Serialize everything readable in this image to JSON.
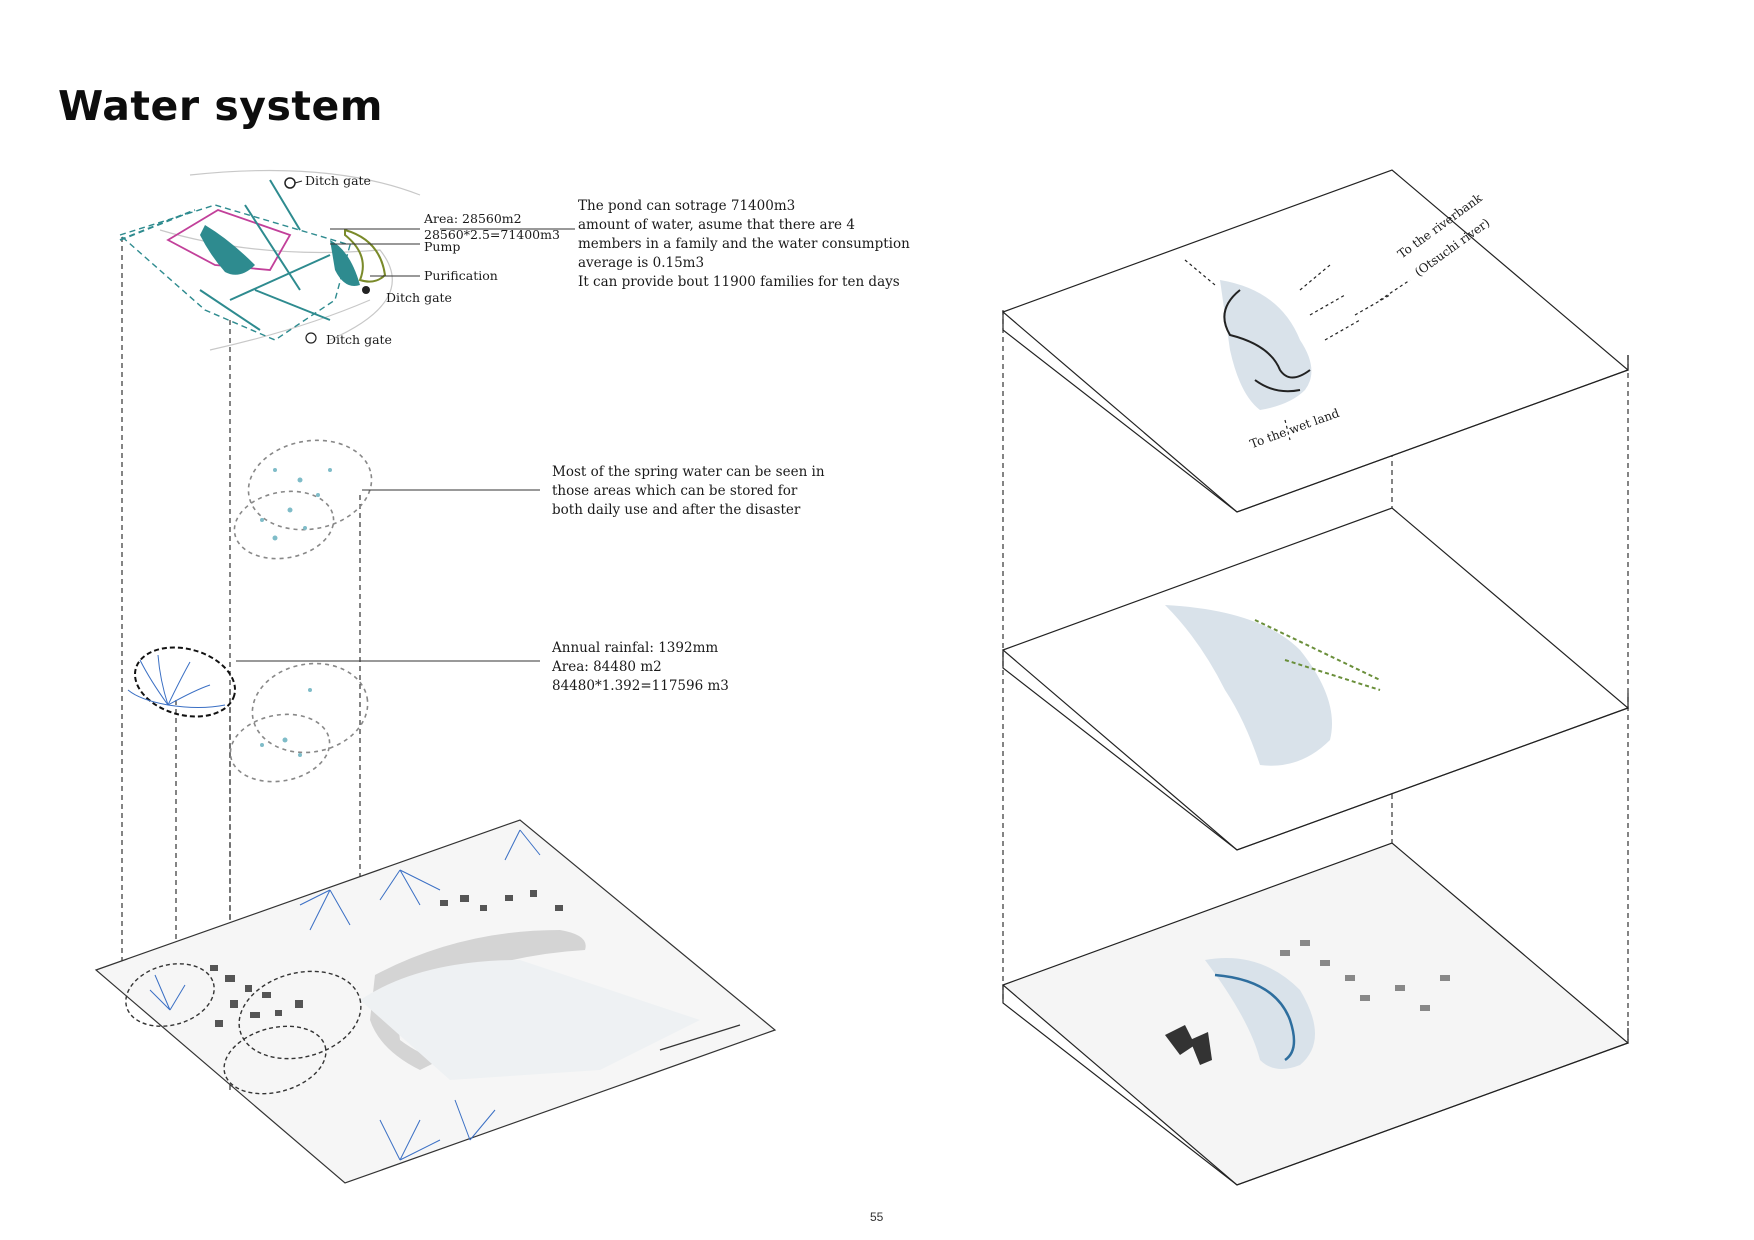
{
  "page": {
    "title": "Water system",
    "page_number": "55"
  },
  "left_diagram": {
    "pond_labels": {
      "ditch_gate_top": "Ditch gate",
      "area": "Area: 28560m2",
      "calc": "28560*2.5=71400m3",
      "pump": "Pump",
      "purification": "Purification",
      "ditch_gate_right": "Ditch gate",
      "ditch_gate_bottom": "Ditch gate"
    },
    "notes": {
      "pond": "The pond can sotrage 71400m3\namount of water, asume that there are 4\nmembers in a family and the water consumption\naverage is 0.15m3\nIt can provide bout 11900 families for ten days",
      "spring": "Most of the spring water can be seen in\nthose areas which can be stored for\nboth daily use and after the disaster",
      "rainfall": "Annual rainfal: 1392mm\nArea: 84480 m2\n84480*1.392=117596 m3"
    }
  },
  "right_diagram": {
    "labels": {
      "riverbank": "To the riverbank",
      "river": "(Otsuchi river)",
      "wetland": "To the wet land"
    }
  },
  "colors": {
    "teal": "#2e8b8f",
    "magenta": "#c2409a",
    "olive": "#7a8a2a",
    "blue_stream": "#3a6fc4",
    "pond_fill": "#d9e2ea"
  }
}
